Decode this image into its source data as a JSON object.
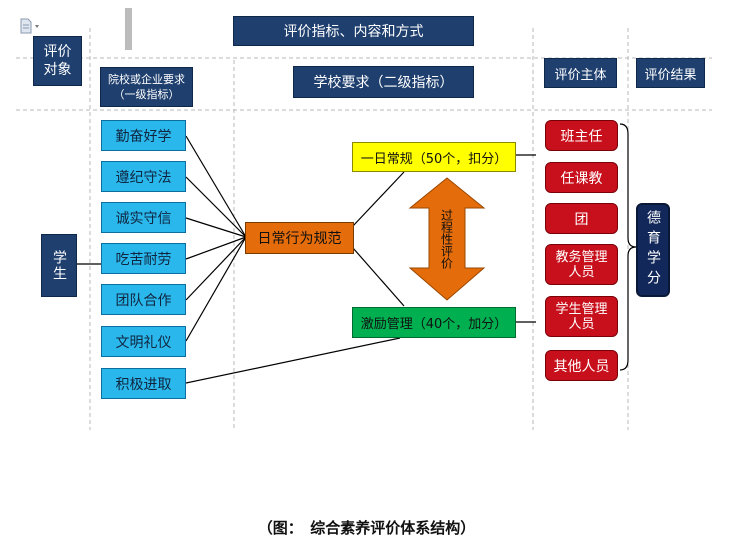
{
  "header": {
    "top_title": "评价指标、内容和方式",
    "col_object": "评价\n对象",
    "col_level1": "院校或企业要求（一级指标）",
    "col_level2": "学校要求（二级指标）",
    "col_subject": "评价主体",
    "col_result": "评价结果"
  },
  "student": "学生",
  "level1_items": [
    "勤奋好学",
    "遵纪守法",
    "诚实守信",
    "吃苦耐劳",
    "团队合作",
    "文明礼仪",
    "积极进取"
  ],
  "center_node": "日常行为规范",
  "daily_node": "一日常规（50个，扣分）",
  "incentive_node": "激励管理（40个，加分）",
  "process_label": "过程性评价",
  "subjects": [
    "班主任",
    "任课教",
    "团",
    "教务管理人员",
    "学生管理人员",
    "其他人员"
  ],
  "result": "德育学分",
  "caption": "（图：　综合素养评价体系结构）",
  "colors": {
    "navy": "#1f3f6e",
    "cyan": "#2ab8ec",
    "orange": "#e46c0a",
    "yellow": "#ffff00",
    "green": "#00b050",
    "red": "#c8101c",
    "dark_navy": "#12275a"
  }
}
